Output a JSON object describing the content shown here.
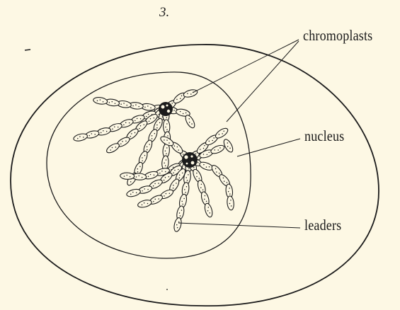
{
  "figure": {
    "number": "3."
  },
  "labels": {
    "chromoplasts": "chromoplasts",
    "nucleus": "nucleus",
    "leaders": "leaders"
  },
  "colors": {
    "background": "#fdf8e4",
    "ink": "#1b1b1b"
  }
}
